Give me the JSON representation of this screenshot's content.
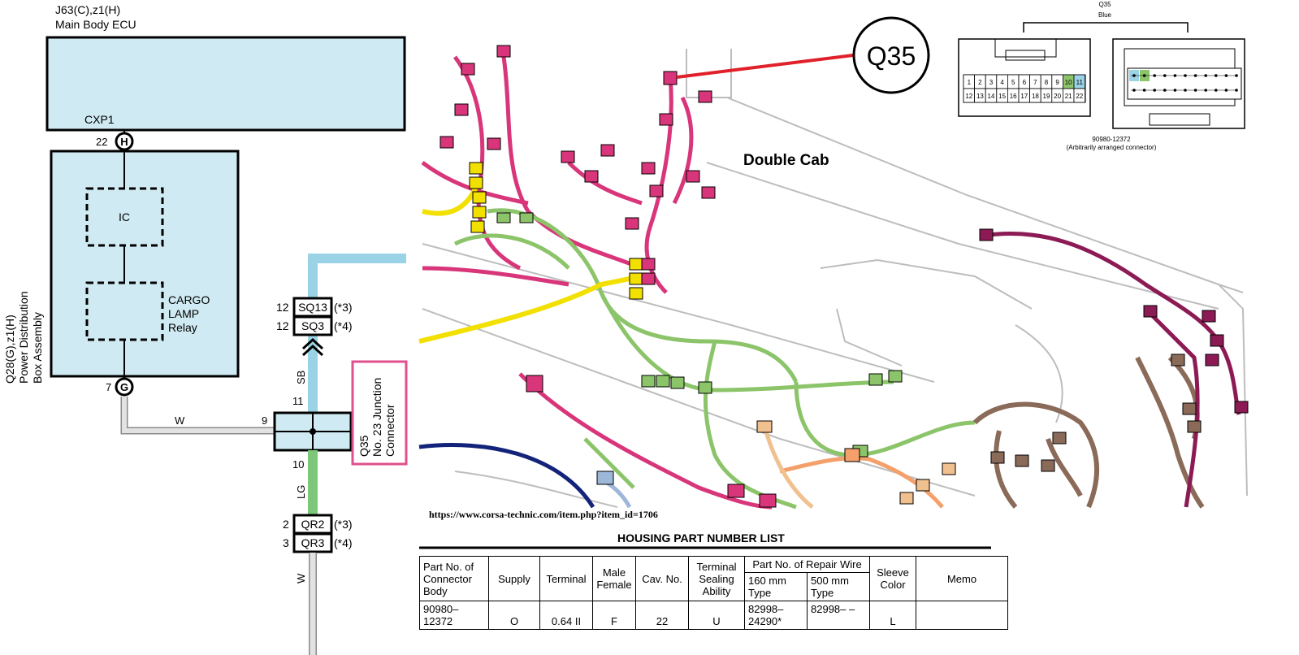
{
  "ecu": {
    "name": "J63(C),z1(H)",
    "subtitle": "Main Body ECU",
    "connector": "CXP1",
    "pin": "22",
    "pin_letter": "H"
  },
  "pdb": {
    "name": "Q28(G),z1(H)",
    "line2": "Power Distribution",
    "line3": "Box Assembly",
    "ic": "IC",
    "relay_line1": "CARGO",
    "relay_line2": "LAMP",
    "relay_line3": "Relay",
    "pin": "7",
    "pin_letter": "G"
  },
  "wires": {
    "w1": "W",
    "w1_pin": "9",
    "sb": "SB",
    "sb_pin": "11",
    "lg": "LG",
    "lg_pin": "10",
    "w2": "W"
  },
  "connectors": {
    "sq13": {
      "pin": "12",
      "label": "SQ13",
      "note": "(*3)"
    },
    "sq3": {
      "pin": "12",
      "label": "SQ3",
      "note": "(*4)"
    },
    "qr2": {
      "pin": "2",
      "label": "QR2",
      "note": "(*3)"
    },
    "qr3": {
      "pin": "3",
      "label": "QR3",
      "note": "(*4)"
    }
  },
  "junction": {
    "line1": "Q35",
    "line2": "No. 23 Junction",
    "line3": "Connector"
  },
  "photo": {
    "callout": "Q35",
    "label": "Double Cab"
  },
  "connector_view": {
    "title": "Q35",
    "color": "Blue",
    "pins_row1": [
      "1",
      "2",
      "3",
      "4",
      "5",
      "6",
      "7",
      "8",
      "9",
      "10",
      "11"
    ],
    "pins_row2": [
      "12",
      "13",
      "14",
      "15",
      "16",
      "17",
      "18",
      "19",
      "20",
      "21",
      "22"
    ],
    "part": "90980-12372",
    "note": "(Arbitrarily arranged connector)"
  },
  "source_url": "https://www.corsa-technic.com/item.php?item_id=1706",
  "table": {
    "title": "HOUSING PART NUMBER LIST",
    "h_part": "Part No. of Connector Body",
    "h_supply": "Supply",
    "h_terminal": "Terminal",
    "h_mf": "Male Female",
    "h_cav": "Cav. No.",
    "h_seal": "Terminal Sealing Ability",
    "h_repair": "Part No. of Repair Wire",
    "h_160": "160 mm Type",
    "h_500": "500 mm Type",
    "h_sleeve": "Sleeve Color",
    "h_memo": "Memo",
    "row": {
      "part": "90980– 12372",
      "supply": "O",
      "terminal": "0.64 II",
      "mf": "F",
      "cav": "22",
      "seal": "U",
      "r160": "82998– 24290*",
      "r500": "82998– –",
      "sleeve": "L",
      "memo": ""
    }
  },
  "colors": {
    "ecu_fill": "#cfeaf2",
    "sb_wire": "#9ad3e6",
    "lg_wire": "#7cc77a",
    "w_wire": "#dcdcdc",
    "callout_pink": "#e0508c",
    "harness_pink": "#d8357a",
    "harness_green": "#8cc46a",
    "harness_brown": "#8a6a58",
    "harness_maroon": "#8c1a54"
  }
}
